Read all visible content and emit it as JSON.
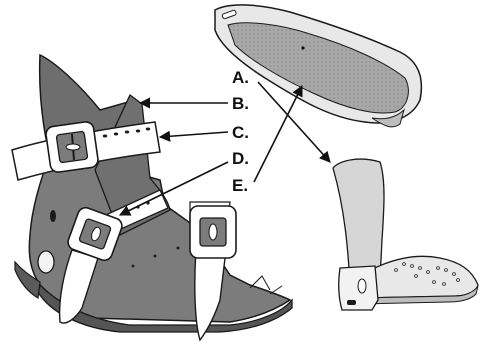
{
  "labels": {
    "a": "A.",
    "b": "B.",
    "c": "C.",
    "d": "D.",
    "e": "E."
  },
  "colors": {
    "boot_dark": "#7a7a7a",
    "boot_mid": "#9a9a9a",
    "boot_shadow": "#555555",
    "strap": "#ffffff",
    "insole_light": "#e6e6e6",
    "insole_mid": "#bdbdbd",
    "stroke": "#1a1a1a"
  },
  "icons": [
    "buckle-icon",
    "strap-hole-icon",
    "arrow-icon"
  ]
}
